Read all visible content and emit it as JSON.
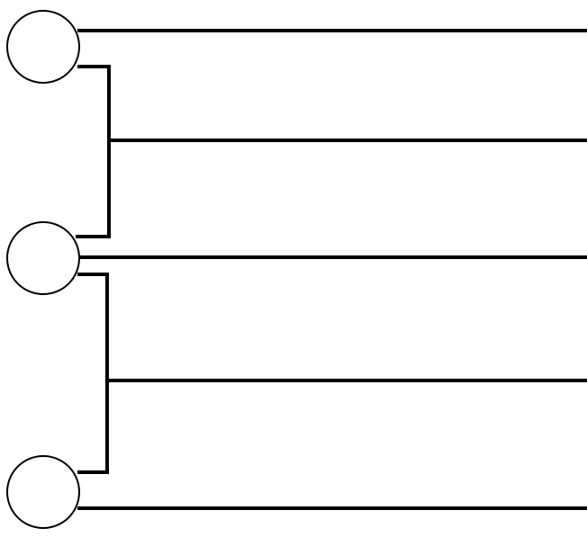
{
  "diagram": {
    "nodes": [
      {
        "id": "node-1"
      },
      {
        "id": "node-2"
      },
      {
        "id": "node-3"
      }
    ],
    "lines": [
      {
        "id": "line-1",
        "from": "node-1"
      },
      {
        "id": "line-2",
        "from": "node-1"
      },
      {
        "id": "line-3",
        "from": "node-2"
      },
      {
        "id": "line-4",
        "from": "node-2"
      },
      {
        "id": "line-5",
        "from": "node-3"
      }
    ],
    "connectors": [
      {
        "id": "connector-1",
        "from": "node-1",
        "to": "node-2",
        "branch": "line-2"
      },
      {
        "id": "connector-2",
        "from": "node-2",
        "to": "node-3",
        "branch": "line-4"
      }
    ],
    "colors": {
      "stroke": "#000000",
      "node_fill": "#ffffff",
      "background": "#ffffff"
    }
  }
}
